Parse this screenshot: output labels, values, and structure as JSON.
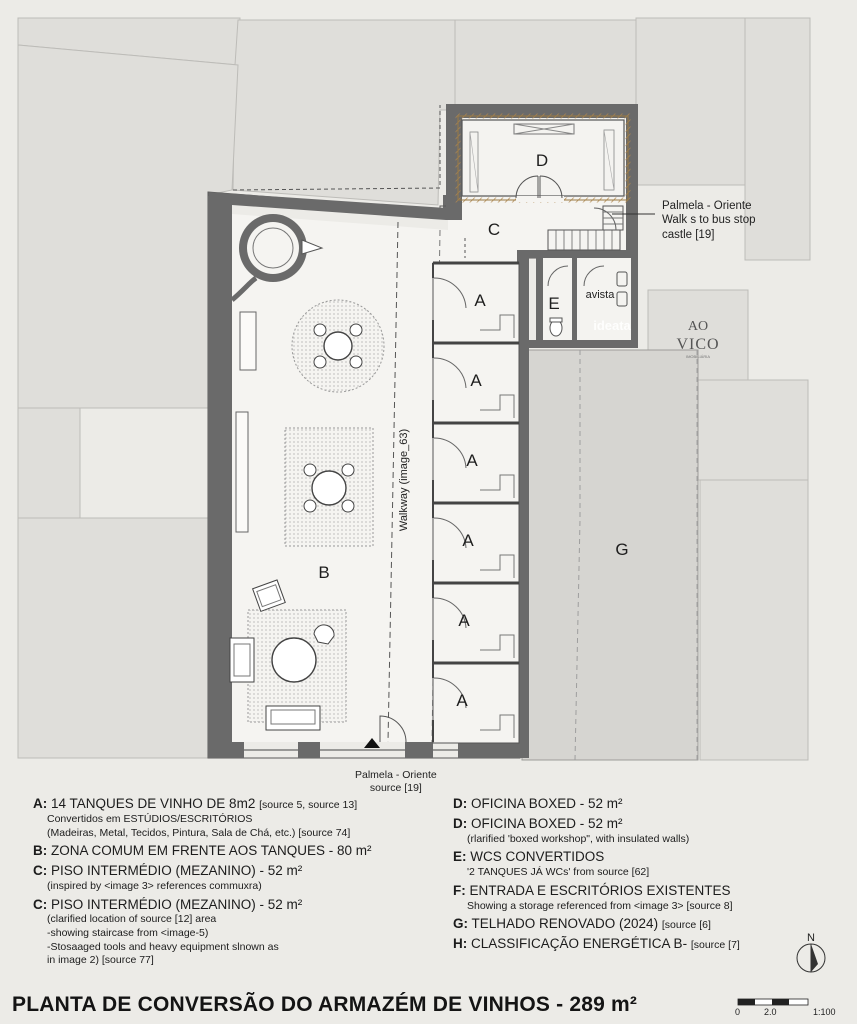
{
  "rooms": {
    "A": "A",
    "B": "B",
    "C": "C",
    "D": "D",
    "E": "E",
    "G": "G"
  },
  "walkway_label": "Walkway (image_63)",
  "wc_label": "avista",
  "watermark_ideata": "ideata",
  "logo": {
    "line1": "AO",
    "line2": "VICO",
    "line3": "IMOBILIÁRIA"
  },
  "notes": {
    "right_line1": "Palmela - Oriente",
    "right_line2": "Walk s to bus stop",
    "right_line3": "castle [19]",
    "bottom_line1": "Palmela - Oriente",
    "bottom_line2": "source [19]"
  },
  "legend_left": [
    {
      "letter": "A:",
      "head": "14 TANQUES DE VINHO DE 8m2",
      "head_src": "[source 5, source 13]",
      "subs": [
        "Convertidos em ESTÚDIOS/ESCRITÓRIOS",
        "(Madeiras, Metal, Tecidos, Pintura, Sala de Chá, etc.) [source 74]"
      ]
    },
    {
      "letter": "B:",
      "head": "ZONA COMUM EM FRENTE AOS TANQUES - 80 m²",
      "head_src": "",
      "subs": []
    },
    {
      "letter": "C:",
      "head": "PISO INTERMÉDIO (MEZANINO) - 52 m²",
      "head_src": "",
      "subs": [
        "(inspired by <image 3> references commuxra)"
      ]
    },
    {
      "letter": "C:",
      "head": "PISO INTERMÉDIO (MEZANINO) - 52 m²",
      "head_src": "",
      "subs": [
        "(clarified location of source [12] area",
        "-showing staircase from <image-5)",
        "-Stosaaged tools and heavy equipment slnown as",
        "in image 2) [source 77]"
      ]
    }
  ],
  "legend_right": [
    {
      "letter": "D:",
      "head": "OFICINA BOXED - 52 m²",
      "head_src": "",
      "subs": []
    },
    {
      "letter": "D:",
      "head": "OFICINA BOXED - 52 m²",
      "head_src": "",
      "subs": [
        "(rlarified 'boxed workshop\", with insulated walls)"
      ]
    },
    {
      "letter": "E:",
      "head": "WCS CONVERTIDOS",
      "head_src": "",
      "subs": [
        "'2 TANQUES JÁ WCs' from source [62]"
      ]
    },
    {
      "letter": "F:",
      "head": "ENTRADA E ESCRITÓRIOS EXISTENTES",
      "head_src": "",
      "subs": [
        "Showing a storage referenced from <image 3> [source 8]"
      ]
    },
    {
      "letter": "G:",
      "head": "TELHADO RENOVADO (2024)",
      "head_src": "[source [6]",
      "subs": []
    },
    {
      "letter": "H:",
      "head": "CLASSIFICAÇÃO ENERGÉTICA B-",
      "head_src": "[source [7]",
      "subs": []
    }
  ],
  "title": "PLANTA DE CONVERSÃO DO ARMAZÉM DE VINHOS - 289 m²",
  "north": "N",
  "scale": {
    "t0": "0",
    "t1": "2.0",
    "ratio": "1:100"
  },
  "colors": {
    "wall": "#6a6a6a",
    "insulation": "#c9a26a",
    "paper": "#ecebe7",
    "neighbour": "#dddcd8"
  }
}
